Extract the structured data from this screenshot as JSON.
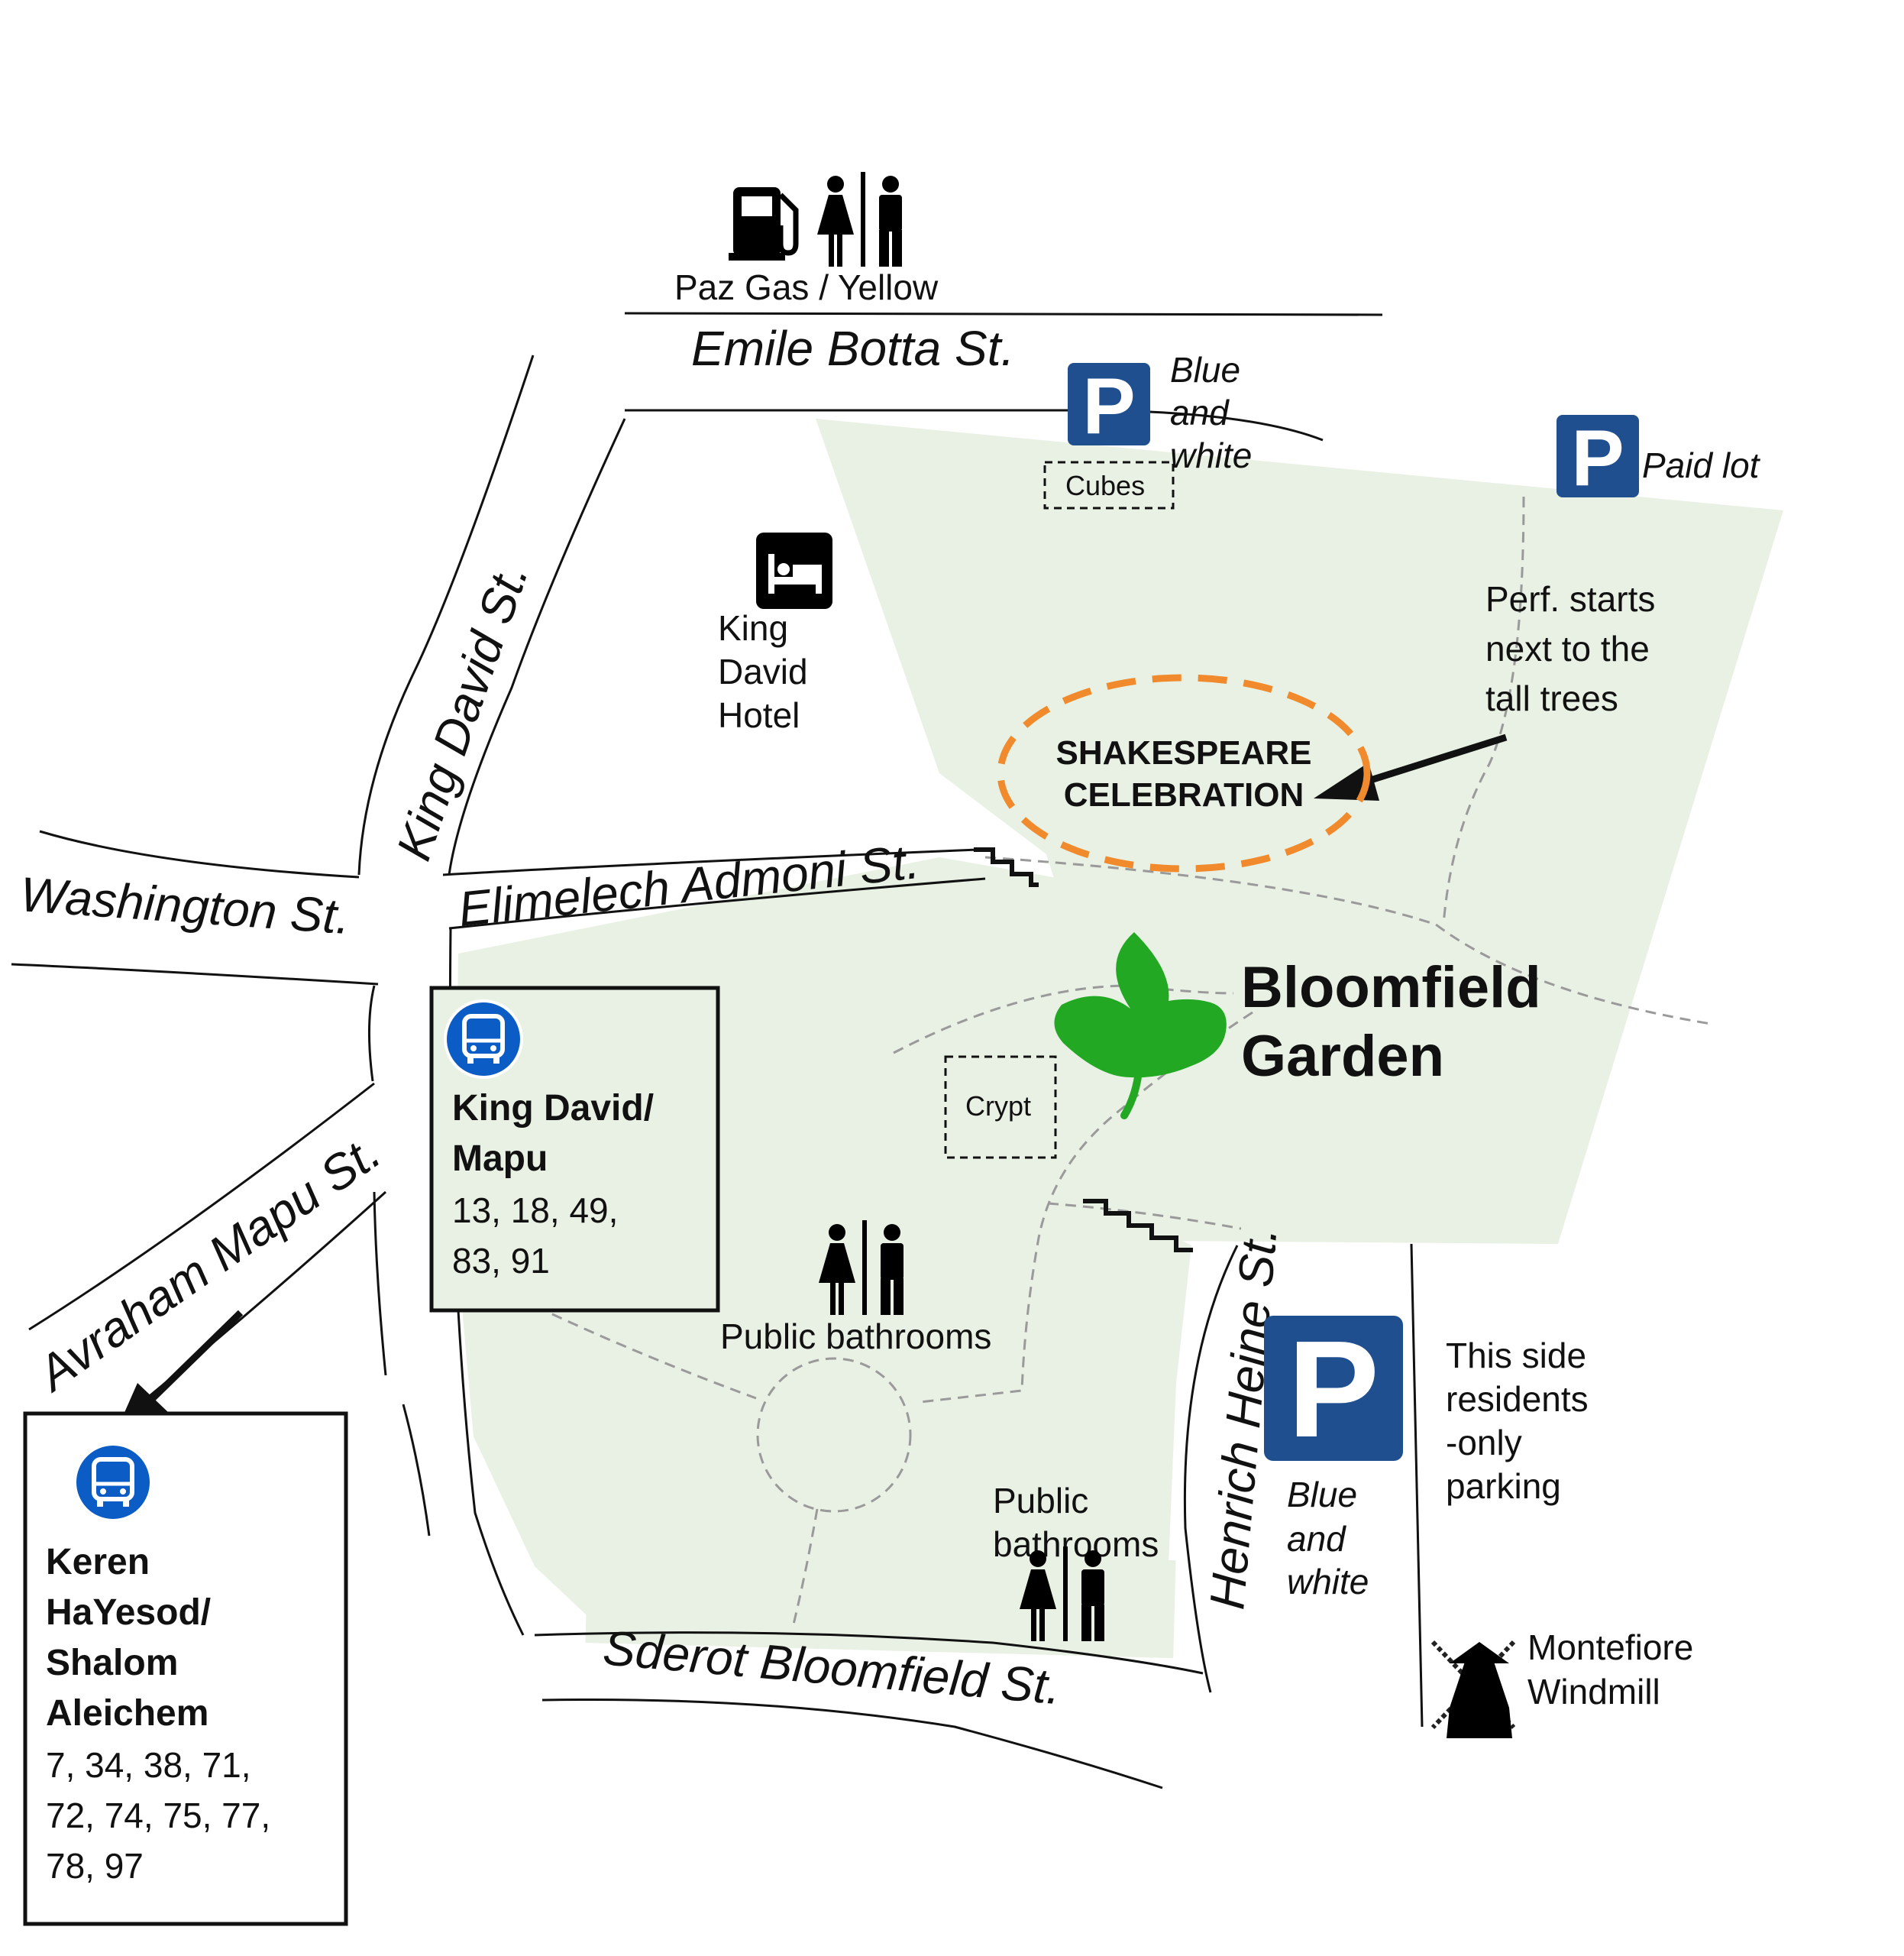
{
  "colors": {
    "park": "#e8f1e3",
    "parking_blue": "#1f4f8f",
    "bus_blue": "#0b5cc4",
    "leaf_green": "#22a822",
    "celebration_orange": "#f08a2c"
  },
  "icons": [
    "gas-pump-icon",
    "restroom-icon",
    "parking-icon",
    "hotel-bed-icon",
    "bus-icon",
    "leaf-icon",
    "windmill-icon",
    "stairs-icon"
  ],
  "streets": {
    "emile_botta": "Emile Botta St.",
    "king_david": "King David St.",
    "washington": "Washington St.",
    "elimelech_admoni": "Elimelech Admoni St.",
    "avraham_mapu": "Avraham Mapu St.",
    "henrich_heine": "Henrich Heine St.",
    "sderot_bloomfield": "Sderot Bloomfield St."
  },
  "gas_station": {
    "label": "Paz Gas / Yellow"
  },
  "parking": {
    "north": {
      "lines": [
        "Blue",
        "and",
        "white"
      ]
    },
    "paid": {
      "label": "Paid lot"
    },
    "east": {
      "lines": [
        "Blue",
        "and",
        "white"
      ]
    }
  },
  "cubes": {
    "label": "Cubes"
  },
  "crypt": {
    "label": "Crypt"
  },
  "hotel": {
    "lines": [
      "King",
      "David",
      "Hotel"
    ]
  },
  "performance_note": {
    "lines": [
      "Perf. starts",
      "next to the",
      "tall trees"
    ]
  },
  "celebration": {
    "lines": [
      "SHAKESPEARE",
      "CELEBRATION"
    ]
  },
  "garden": {
    "lines": [
      "Bloomfield",
      "Garden"
    ]
  },
  "bus_stops": {
    "king_david_mapu": {
      "name_lines": [
        "King David/",
        "Mapu"
      ],
      "routes_lines": [
        "13, 18, 49,",
        "83, 91"
      ]
    },
    "keren_hayesod": {
      "name_lines": [
        "Keren",
        "HaYesod/",
        "Shalom",
        "Aleichem"
      ],
      "routes_lines": [
        "7, 34, 38, 71,",
        "72, 74, 75, 77,",
        "78, 97"
      ]
    }
  },
  "bathrooms": {
    "central": {
      "label": "Public bathrooms"
    },
    "south": {
      "lines": [
        "Public",
        "bathrooms"
      ]
    }
  },
  "residents_note": {
    "lines": [
      "This side",
      "residents",
      "-only",
      "parking"
    ]
  },
  "windmill": {
    "lines": [
      "Montefiore",
      "Windmill"
    ]
  }
}
